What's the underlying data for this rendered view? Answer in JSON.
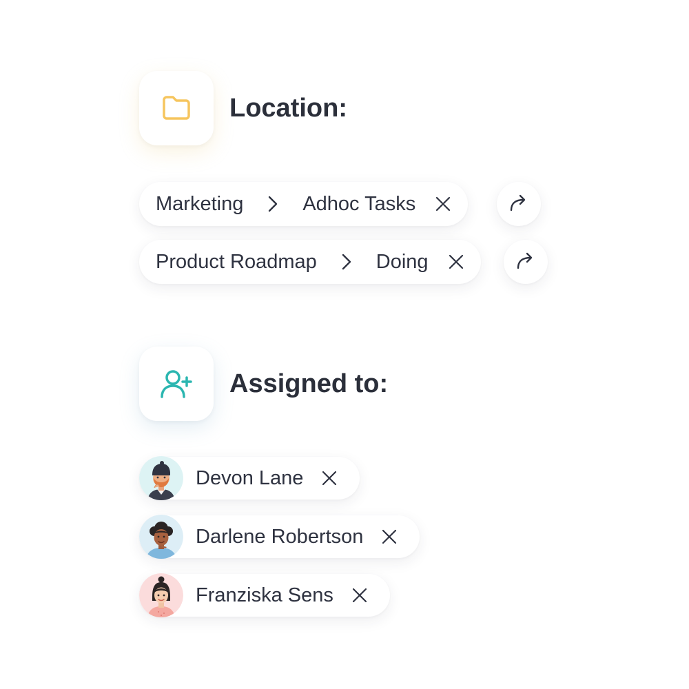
{
  "location": {
    "title": "Location:",
    "icon": "folder-icon",
    "icon_color": "#F6C55E",
    "paths": [
      {
        "parent": "Marketing",
        "child": "Adhoc Tasks"
      },
      {
        "parent": "Product Roadmap",
        "child": "Doing"
      }
    ]
  },
  "assigned": {
    "title": "Assigned to:",
    "icon": "add-user-icon",
    "icon_color": "#2BB6B0",
    "people": [
      {
        "name": "Devon Lane",
        "avatar_bg": "#DDF3F4"
      },
      {
        "name": "Darlene Robertson",
        "avatar_bg": "#DDEEF6"
      },
      {
        "name": "Franziska Sens",
        "avatar_bg": "#FBDCDC"
      }
    ]
  },
  "text_color": "#2E3240"
}
